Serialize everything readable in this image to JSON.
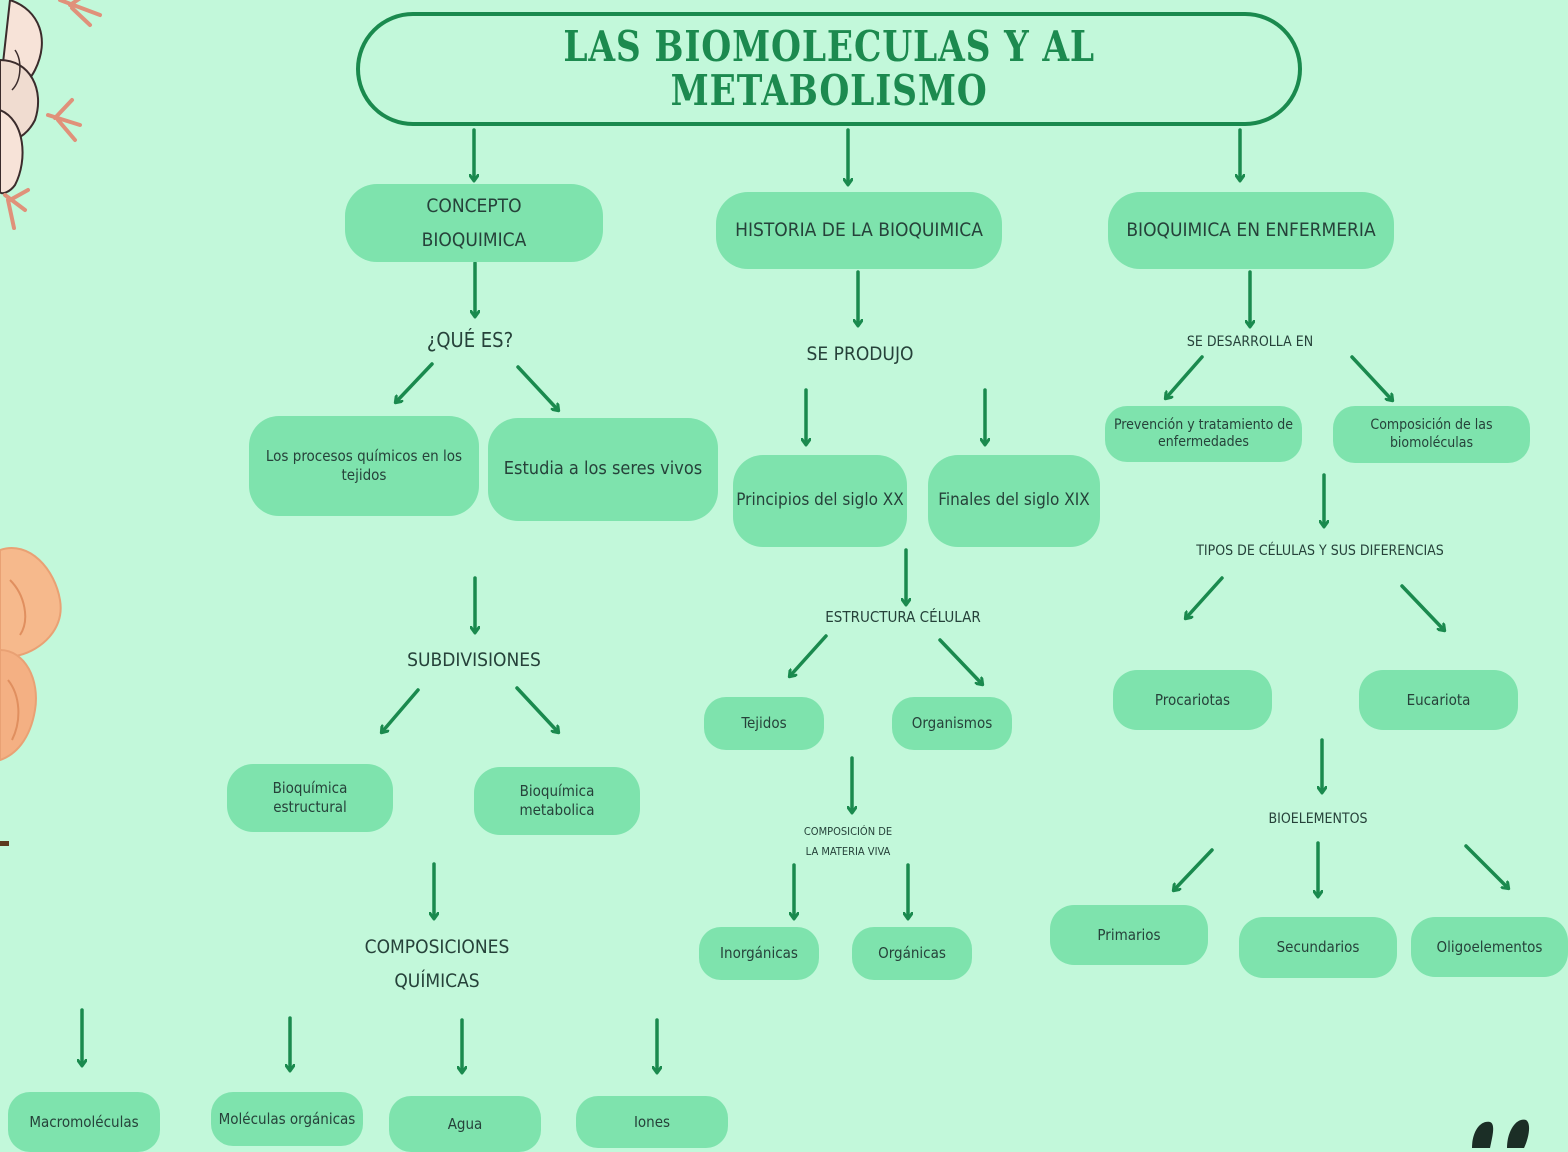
{
  "title": {
    "line1": "LAS BIOMOLECULAS Y AL",
    "line2": "METABOLISMO"
  },
  "colors": {
    "background": "#c2f8da",
    "node_fill": "#7ee3ad",
    "accent": "#1a8a4e",
    "text": "#26423a"
  },
  "nodes": {
    "concepto": {
      "line1": "CONCEPTO",
      "line2": "BIOQUIMICA"
    },
    "historia": "HISTORIA DE LA BIOQUIMICA",
    "enfermeria": "BIOQUIMICA EN ENFERMERIA",
    "procesos": "Los procesos químicos en los tejidos",
    "seres_vivos": "Estudia a los seres vivos",
    "estructural": {
      "line1": "Bioquímica",
      "line2": "estructural"
    },
    "metabolica": {
      "line1": "Bioquímica",
      "line2": "metabolica"
    },
    "macromoleculas": "Macromoléculas",
    "moleculas_organicas": "Moléculas orgánicas",
    "agua": "Agua",
    "iones": "Iones",
    "siglo_xx": "Principios del siglo XX",
    "siglo_xix": "Finales del siglo XIX",
    "tejidos": "Tejidos",
    "organismos": "Organismos",
    "inorganicas": "Inorgánicas",
    "organicas": "Orgánicas",
    "prevencion": "Prevención y tratamiento de enfermedades",
    "composicion_biomoleculas": "Composición de las biomoléculas",
    "procariotas": "Procariotas",
    "eucariota": "Eucariota",
    "primarios": "Primarios",
    "secundarios": "Secundarios",
    "oligoelementos": "Oligoelementos"
  },
  "labels": {
    "que_es": "¿QUÉ ES?",
    "subdivisiones": "SUBDIVISIONES",
    "composiciones": {
      "line1": "COMPOSICIONES",
      "line2": "QUÍMICAS"
    },
    "se_produjo": "SE PRODUJO",
    "estructura_celular": "ESTRUCTURA CÉLULAR",
    "composicion_materia": {
      "line1": "COMPOSICIÓN DE",
      "line2": "LA MATERIA VIVA"
    },
    "se_desarrolla": "SE DESARROLLA EN",
    "tipos_celulas": "TIPOS DE CÉLULAS Y SUS DIFERENCIAS",
    "bioelementos": "BIOELEMENTOS"
  }
}
